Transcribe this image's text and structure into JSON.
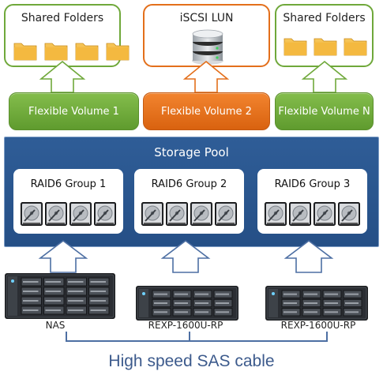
{
  "top_boxes": [
    {
      "title": "Shared Folders",
      "type": "folders"
    },
    {
      "title": "iSCSI LUN",
      "type": "database"
    },
    {
      "title": "Shared Folders",
      "type": "folders"
    }
  ],
  "volumes": [
    "Flexible Volume 1",
    "Flexible Volume 2",
    "Flexible Volume N"
  ],
  "pool_title": "Storage Pool",
  "raid_groups": [
    "RAID6 Group 1",
    "RAID6 Group 2",
    "RAID6 Group 3"
  ],
  "devices": [
    "NAS",
    "REXP-1600U-RP",
    "REXP-1600U-RP"
  ],
  "cable_caption": "High speed SAS cable",
  "colors": {
    "green": "#6fa83a",
    "orange": "#e36f1b",
    "pool_blue": "#2b5790",
    "caption_blue": "#3c5a8c"
  }
}
